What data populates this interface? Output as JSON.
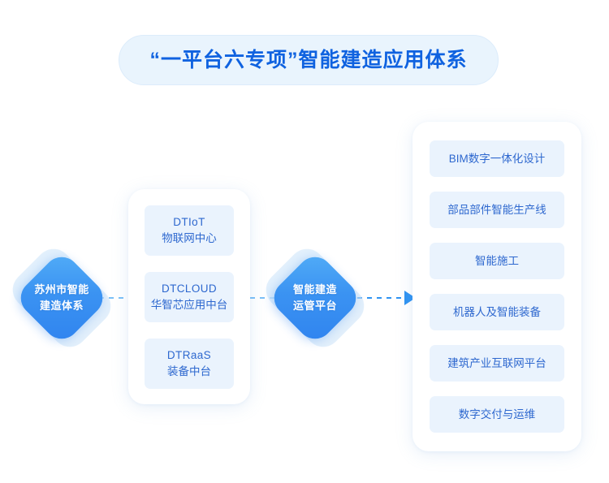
{
  "header": {
    "title": "“一平台六专项”智能建造应用体系",
    "pill_color": "#e9f4fd",
    "title_color": "#0f62e0"
  },
  "nodes": {
    "origin": {
      "line1": "苏州市智能",
      "line2": "建造体系",
      "color": "#3b93f2"
    },
    "platform": {
      "line1": "智能建造",
      "line2": "运管平台",
      "color": "#3b93f2"
    }
  },
  "middle_panel": {
    "chips": [
      {
        "en": "DTIoT",
        "cn": "物联网中心"
      },
      {
        "en": "DTCLOUD",
        "cn": "华智芯应用中台"
      },
      {
        "en": "DTRaaS",
        "cn": "装备中台"
      }
    ]
  },
  "right_panel": {
    "chips": [
      {
        "cn": "BIM数字一体化设计"
      },
      {
        "cn": "部品部件智能生产线"
      },
      {
        "cn": "智能施工"
      },
      {
        "cn": "机器人及智能装备"
      },
      {
        "cn": "建筑产业互联网平台"
      },
      {
        "cn": "数字交付与运维"
      }
    ]
  },
  "connectors": {
    "origin_to_middle": {
      "style": "dashed",
      "color": "#7bc0f7",
      "arrow": false
    },
    "middle_to_platform": {
      "style": "dashed",
      "color": "#7bc0f7",
      "arrow": false
    },
    "platform_to_right": {
      "style": "dashed",
      "color": "#2f93f2",
      "arrow": true
    }
  },
  "chip_colors": {
    "background": "#eaf3fd",
    "text": "#2e68cf"
  }
}
